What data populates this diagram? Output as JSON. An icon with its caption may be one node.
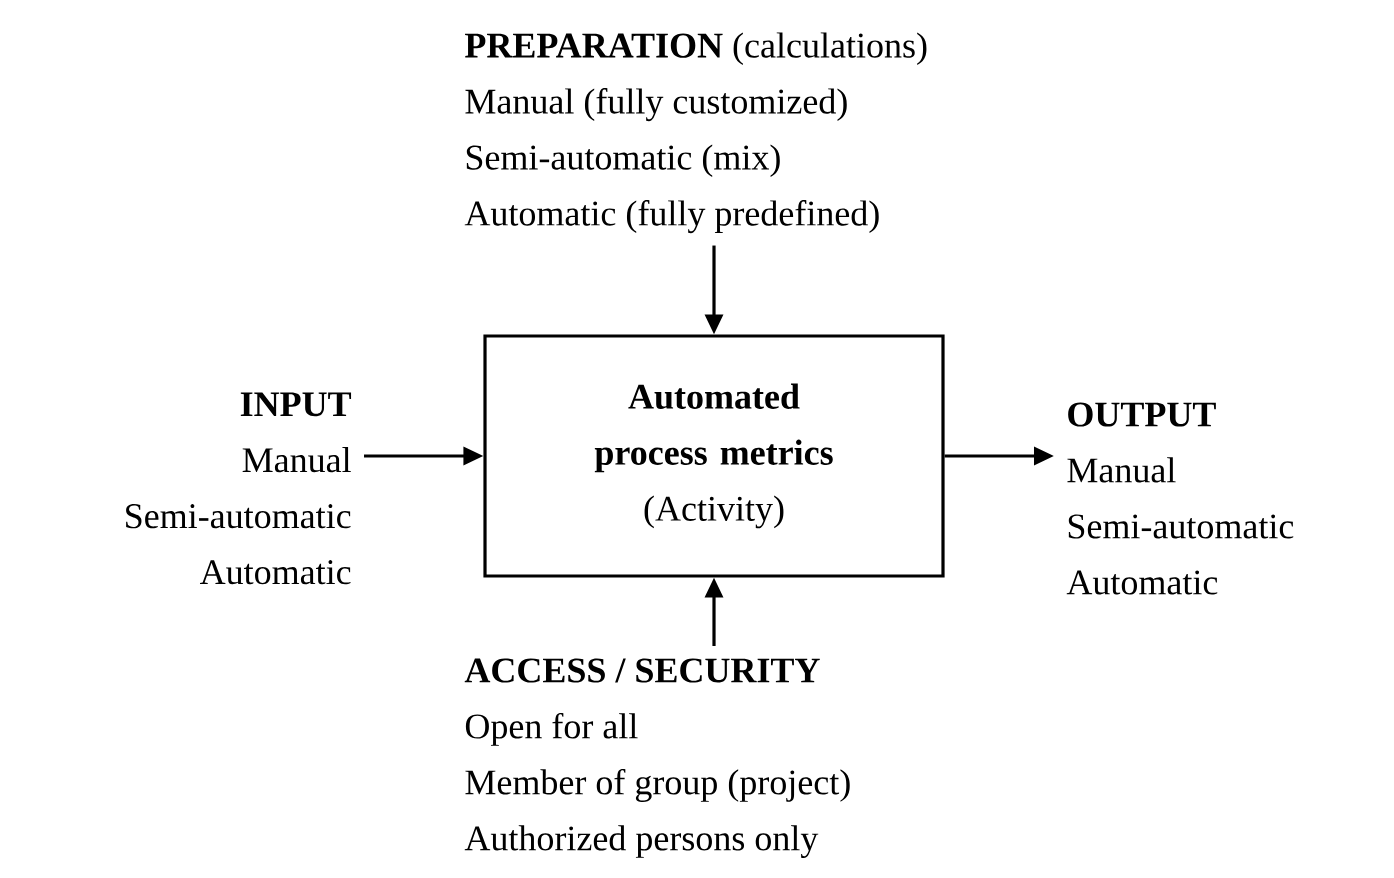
{
  "diagram": {
    "nodes": [
      {
        "text": [
          "**PREPARATION**  (calculations)",
          "Manual          (fully customized)",
          "Semi-automatic  (mix)",
          "Automatic      (fully predefined)"
        ]
      },
      {
        "text": [
          "INPUT",
          "Manual",
          "Semi-automatic",
          "Automatic"
        ]
      },
      {
        "text": [
          "Automated process metrics",
          "(Activity)"
        ]
      },
      {
        "text": [
          "OUTPUT",
          "Manual",
          "Semi-automatic",
          "Automatic"
        ]
      },
      {
        "text": [
          "ACCESS / SECURITY",
          "Open for all",
          "Member of group (project)",
          "Authorized persons only"
        ]
      }
    ],
    "edges": [
      {
        "from": 0,
        "to": 2,
        "arrow": "to"
      },
      {
        "from": 1,
        "to": 2,
        "arrow": "to"
      },
      {
        "from": 2,
        "to": 3,
        "arrow": "to"
      },
      {
        "from": 4,
        "to": 2,
        "arrow": "to"
      }
    ]
  }
}
